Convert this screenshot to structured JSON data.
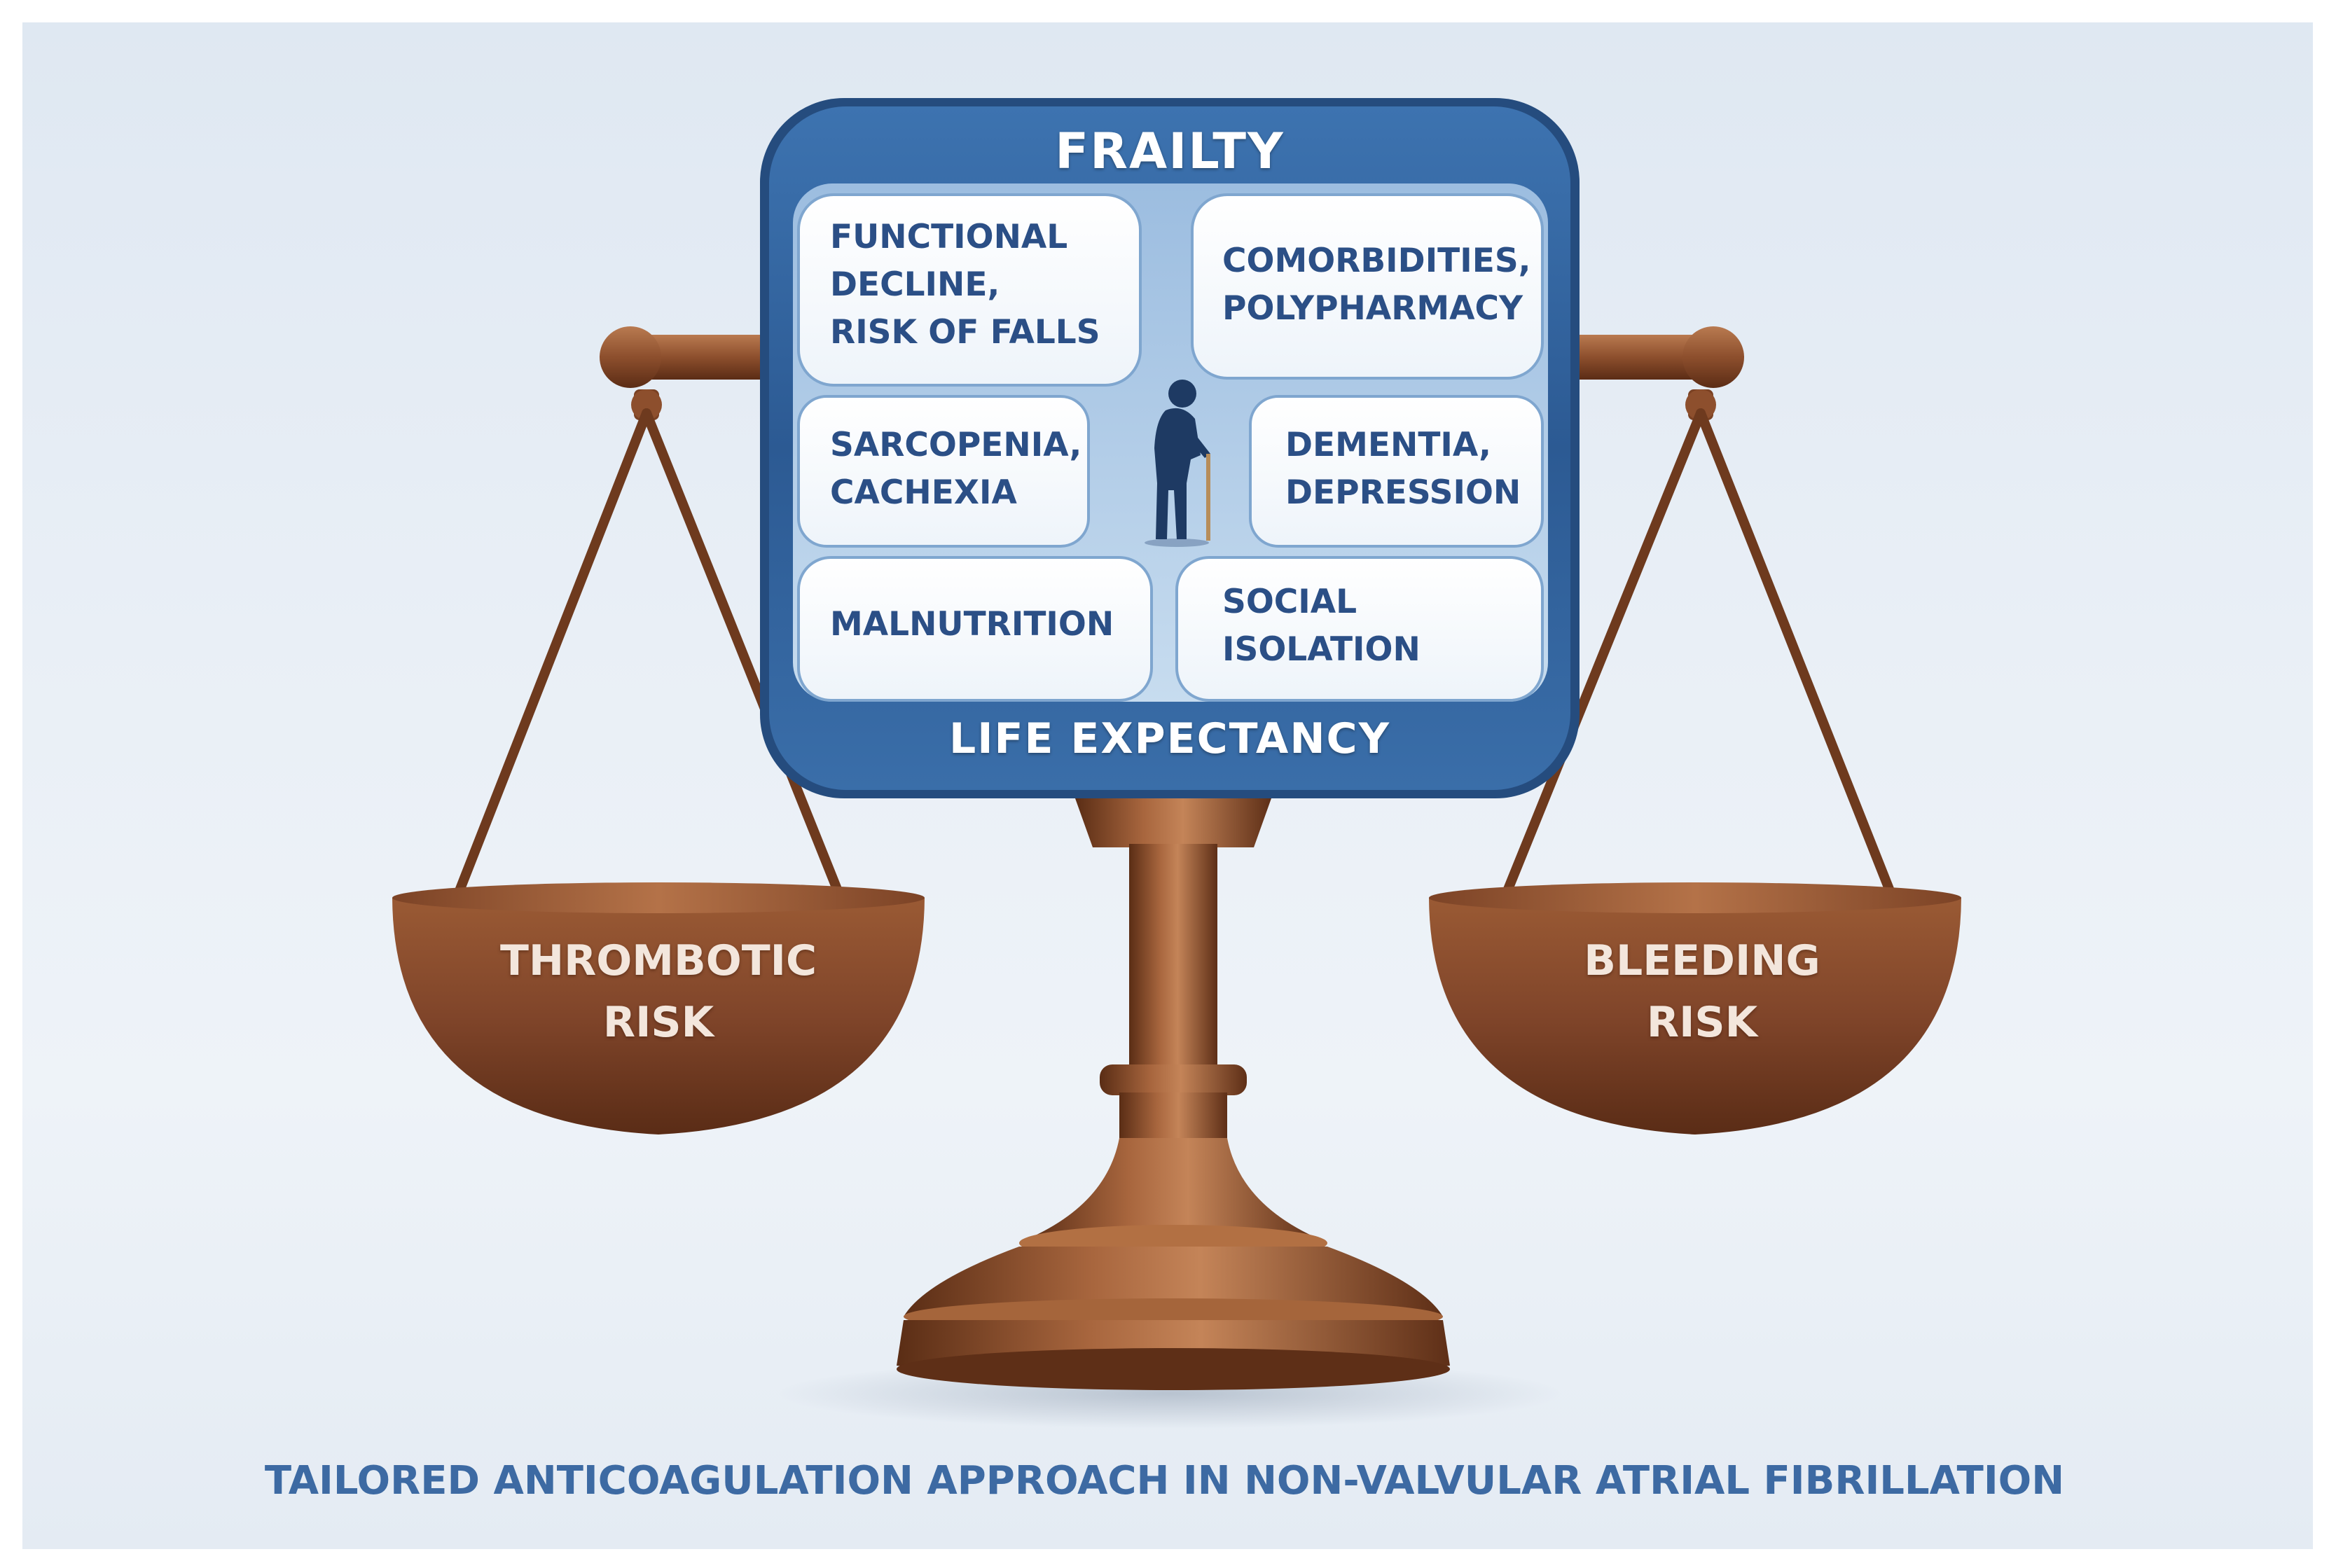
{
  "panel": {
    "title": "FRAILTY",
    "footer": "LIFE EXPECTANCY",
    "cards": {
      "functional": [
        "FUNCTIONAL",
        "DECLINE,",
        "RISK OF FALLS"
      ],
      "comorbidities": [
        "COMORBIDITIES,",
        "POLYPHARMACY"
      ],
      "sarcopenia": [
        "SARCOPENIA,",
        "CACHEXIA"
      ],
      "dementia": [
        "DEMENTIA,",
        "DEPRESSION"
      ],
      "malnutrition": [
        "MALNUTRITION"
      ],
      "social": [
        "SOCIAL",
        "ISOLATION"
      ]
    }
  },
  "pans": {
    "left": [
      "THROMBOTIC",
      "RISK"
    ],
    "right": [
      "BLEEDING",
      "RISK"
    ]
  },
  "caption": "TAILORED ANTICOAGULATION APPROACH IN NON-VALVULAR ATRIAL FIBRILLATION",
  "colors": {
    "panel_blue": "#2f5e98",
    "card_text": "#2b4f86",
    "bronze": "#8a4e2c",
    "caption": "#3d6aa3"
  },
  "icons": [
    "elderly-person-with-cane-icon"
  ]
}
